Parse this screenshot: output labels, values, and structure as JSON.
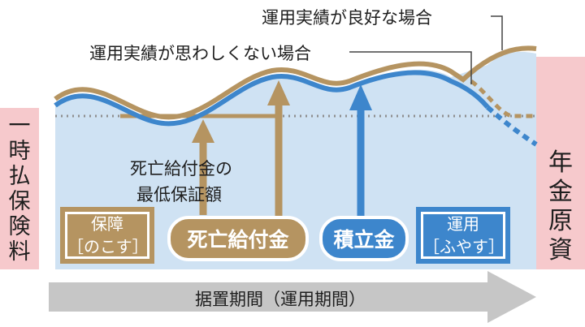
{
  "labels": {
    "good_case": "運用実績が良好な場合",
    "bad_case": "運用実績が思わしくない場合",
    "min_guarantee_line1": "死亡給付金の",
    "min_guarantee_line2": "最低保証額",
    "period": "据置期間（運用期間）"
  },
  "left_side": {
    "chars": [
      "一",
      "時",
      "払",
      "保",
      "険",
      "料"
    ]
  },
  "right_side": {
    "chars": [
      "年",
      "金",
      "原",
      "資"
    ]
  },
  "boxes": {
    "protection_line1": "保障",
    "protection_line2": "［のこす］",
    "death_benefit": "死亡給付金",
    "reserve": "積立金",
    "investment_line1": "運用",
    "investment_line2": "［ふやす］"
  },
  "colors": {
    "gold": "#b59461",
    "blue": "#3d86cc",
    "area": "#cfe2f3",
    "pink": "#f6c9cc",
    "arrow_gray": "#c6c6c6",
    "dotted_gray": "#8f8f8f"
  }
}
